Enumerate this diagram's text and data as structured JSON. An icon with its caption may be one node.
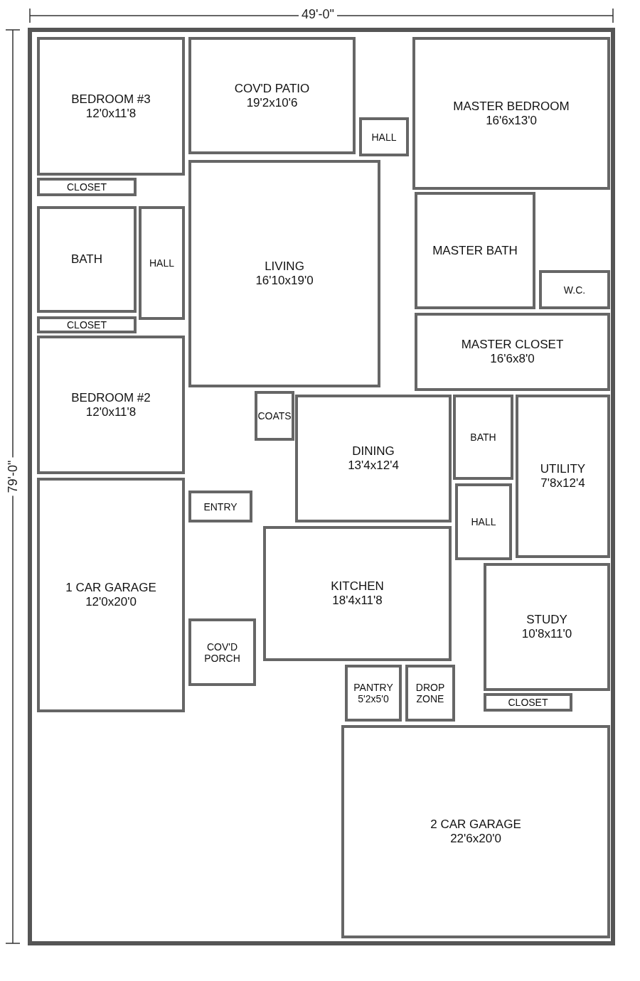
{
  "diagram": {
    "nodes": [
      {
        "text": [
          "BEDROOM #3",
          "12'0x11'8"
        ]
      },
      {
        "text": [
          "COV'D PATIO",
          "19'2x10'6"
        ]
      },
      {
        "text": [
          "MASTER BEDROOM",
          "16'6x13'0"
        ]
      },
      {
        "text": [
          "HALL"
        ]
      },
      {
        "text": [
          "CLOSET"
        ]
      },
      {
        "text": [
          "BATH"
        ]
      },
      {
        "text": [
          "HALL"
        ]
      },
      {
        "text": [
          "LIVING",
          "16'10x19'0"
        ]
      },
      {
        "text": [
          "MASTER BATH"
        ]
      },
      {
        "text": [
          "W.C."
        ]
      },
      {
        "text": [
          "CLOSET"
        ]
      },
      {
        "text": [
          "MASTER CLOSET",
          "16'6x8'0"
        ]
      },
      {
        "text": [
          "BEDROOM #2",
          "12'0x11'8"
        ]
      },
      {
        "text": [
          "COATS"
        ]
      },
      {
        "text": [
          "DINING",
          "13'4x12'4"
        ]
      },
      {
        "text": [
          "BATH"
        ]
      },
      {
        "text": [
          "UTILITY",
          "7'8x12'4"
        ]
      },
      {
        "text": [
          "ENTRY"
        ]
      },
      {
        "text": [
          "HALL"
        ]
      },
      {
        "text": [
          "1 CAR GARAGE",
          "12'0x20'0"
        ]
      },
      {
        "text": [
          "KITCHEN",
          "18'4x11'8"
        ]
      },
      {
        "text": [
          "STUDY",
          "10'8x11'0"
        ]
      },
      {
        "text": [
          "COV'D PORCH"
        ]
      },
      {
        "text": [
          "PANTRY",
          "5'2x5'0"
        ]
      },
      {
        "text": [
          "DROP ZONE"
        ]
      },
      {
        "text": [
          "CLOSET"
        ]
      },
      {
        "text": [
          "2 CAR GARAGE",
          "22'6x20'0"
        ]
      }
    ],
    "edges": [],
    "labels": [
      "49'-0\"",
      "79'-0\""
    ]
  }
}
